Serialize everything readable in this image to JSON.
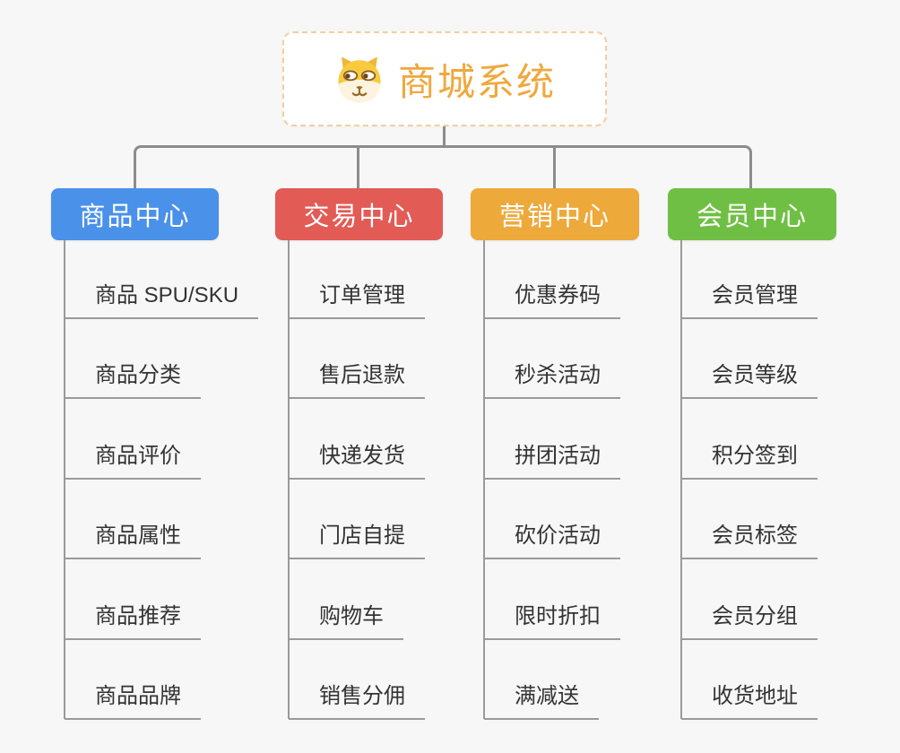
{
  "root": {
    "title": "商城系统",
    "icon": "doge-icon",
    "title_color": "#f0a83c",
    "border_color": "#f2cf9a",
    "background": "#ffffff"
  },
  "colors": {
    "page_background": "#f7f7f7",
    "connector": "#8c8c8c",
    "leaf_underline": "#9a9a9a",
    "leaf_text": "#333333"
  },
  "branches": [
    {
      "label": "商品中心",
      "color": "#4a91e9",
      "items": [
        "商品 SPU/SKU",
        "商品分类",
        "商品评价",
        "商品属性",
        "商品推荐",
        "商品品牌"
      ]
    },
    {
      "label": "交易中心",
      "color": "#e25b55",
      "items": [
        "订单管理",
        "售后退款",
        "快递发货",
        "门店自提",
        "购物车",
        "销售分佣"
      ]
    },
    {
      "label": "营销中心",
      "color": "#eea93b",
      "items": [
        "优惠券码",
        "秒杀活动",
        "拼团活动",
        "砍价活动",
        "限时折扣",
        "满减送"
      ]
    },
    {
      "label": "会员中心",
      "color": "#6fbf44",
      "items": [
        "会员管理",
        "会员等级",
        "积分签到",
        "会员标签",
        "会员分组",
        "收货地址"
      ]
    }
  ]
}
